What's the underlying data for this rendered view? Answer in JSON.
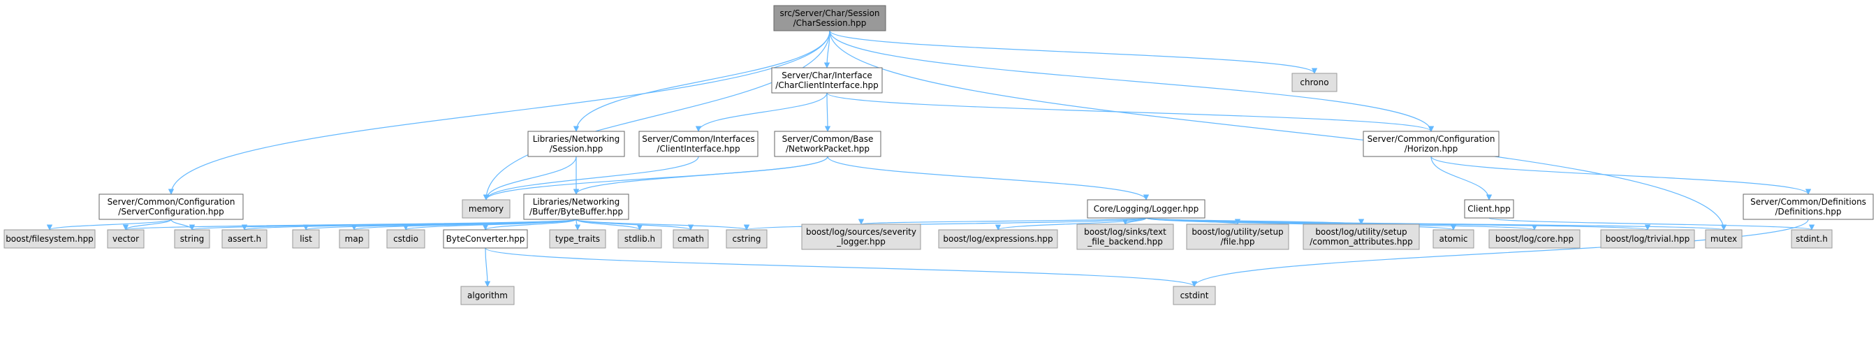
{
  "colors": {
    "edge": "#63b8ff",
    "root_fill": "#999999",
    "root_stroke": "#666666",
    "file_fill": "#ffffff",
    "file_stroke": "#666666",
    "ext_fill": "#e0e0e0",
    "ext_stroke": "#999999"
  },
  "nodes": [
    {
      "id": "charsession",
      "lines": [
        "src/Server/Char/Session",
        "/CharSession.hpp"
      ],
      "kind": "root"
    },
    {
      "id": "charclientinterface",
      "lines": [
        "Server/Char/Interface",
        "/CharClientInterface.hpp"
      ],
      "kind": "file"
    },
    {
      "id": "chrono",
      "lines": [
        "chrono"
      ],
      "kind": "ext"
    },
    {
      "id": "horizon",
      "lines": [
        "Server/Common/Configuration",
        "/Horizon.hpp"
      ],
      "kind": "file"
    },
    {
      "id": "session",
      "lines": [
        "Libraries/Networking",
        "/Session.hpp"
      ],
      "kind": "file"
    },
    {
      "id": "clientinterface",
      "lines": [
        "Server/Common/Interfaces",
        "/ClientInterface.hpp"
      ],
      "kind": "file"
    },
    {
      "id": "networkpacket",
      "lines": [
        "Server/Common/Base",
        "/NetworkPacket.hpp"
      ],
      "kind": "file"
    },
    {
      "id": "serverconfiguration",
      "lines": [
        "Server/Common/Configuration",
        "/ServerConfiguration.hpp"
      ],
      "kind": "file"
    },
    {
      "id": "memory",
      "lines": [
        "memory"
      ],
      "kind": "ext"
    },
    {
      "id": "bytebuffer",
      "lines": [
        "Libraries/Networking",
        "/Buffer/ByteBuffer.hpp"
      ],
      "kind": "file"
    },
    {
      "id": "logger",
      "lines": [
        "Core/Logging/Logger.hpp"
      ],
      "kind": "file"
    },
    {
      "id": "client",
      "lines": [
        "Client.hpp"
      ],
      "kind": "file"
    },
    {
      "id": "definitions",
      "lines": [
        "Server/Common/Definitions",
        "/Definitions.hpp"
      ],
      "kind": "file"
    },
    {
      "id": "filesystem",
      "lines": [
        "boost/filesystem.hpp"
      ],
      "kind": "ext"
    },
    {
      "id": "vector",
      "lines": [
        "vector"
      ],
      "kind": "ext"
    },
    {
      "id": "string",
      "lines": [
        "string"
      ],
      "kind": "ext"
    },
    {
      "id": "asserth",
      "lines": [
        "assert.h"
      ],
      "kind": "ext"
    },
    {
      "id": "list",
      "lines": [
        "list"
      ],
      "kind": "ext"
    },
    {
      "id": "map",
      "lines": [
        "map"
      ],
      "kind": "ext"
    },
    {
      "id": "cstdio",
      "lines": [
        "cstdio"
      ],
      "kind": "ext"
    },
    {
      "id": "byteconverter",
      "lines": [
        "ByteConverter.hpp"
      ],
      "kind": "file"
    },
    {
      "id": "typetraits",
      "lines": [
        "type_traits"
      ],
      "kind": "ext"
    },
    {
      "id": "stdlibh",
      "lines": [
        "stdlib.h"
      ],
      "kind": "ext"
    },
    {
      "id": "cmath",
      "lines": [
        "cmath"
      ],
      "kind": "ext"
    },
    {
      "id": "cstring",
      "lines": [
        "cstring"
      ],
      "kind": "ext"
    },
    {
      "id": "severitylogger",
      "lines": [
        "boost/log/sources/severity",
        "_logger.hpp"
      ],
      "kind": "ext"
    },
    {
      "id": "expressions",
      "lines": [
        "boost/log/expressions.hpp"
      ],
      "kind": "ext"
    },
    {
      "id": "textfilebackend",
      "lines": [
        "boost/log/sinks/text",
        "_file_backend.hpp"
      ],
      "kind": "ext"
    },
    {
      "id": "setupfile",
      "lines": [
        "boost/log/utility/setup",
        "/file.hpp"
      ],
      "kind": "ext"
    },
    {
      "id": "commonattributes",
      "lines": [
        "boost/log/utility/setup",
        "/common_attributes.hpp"
      ],
      "kind": "ext"
    },
    {
      "id": "atomic",
      "lines": [
        "atomic"
      ],
      "kind": "ext"
    },
    {
      "id": "core",
      "lines": [
        "boost/log/core.hpp"
      ],
      "kind": "ext"
    },
    {
      "id": "trivial",
      "lines": [
        "boost/log/trivial.hpp"
      ],
      "kind": "ext"
    },
    {
      "id": "mutex",
      "lines": [
        "mutex"
      ],
      "kind": "ext"
    },
    {
      "id": "stdinth",
      "lines": [
        "stdint.h"
      ],
      "kind": "ext"
    },
    {
      "id": "algorithm",
      "lines": [
        "algorithm"
      ],
      "kind": "ext"
    },
    {
      "id": "cstdint",
      "lines": [
        "cstdint"
      ],
      "kind": "ext"
    }
  ],
  "edges": [
    {
      "from": "charsession",
      "to": "charclientinterface"
    },
    {
      "from": "charsession",
      "to": "chrono"
    },
    {
      "from": "charsession",
      "to": "horizon"
    },
    {
      "from": "charsession",
      "to": "session"
    },
    {
      "from": "charsession",
      "to": "serverconfiguration"
    },
    {
      "from": "charsession",
      "to": "memory"
    },
    {
      "from": "charsession",
      "to": "mutex"
    },
    {
      "from": "charclientinterface",
      "to": "clientinterface"
    },
    {
      "from": "charclientinterface",
      "to": "networkpacket"
    },
    {
      "from": "charclientinterface",
      "to": "horizon"
    },
    {
      "from": "horizon",
      "to": "client"
    },
    {
      "from": "horizon",
      "to": "definitions"
    },
    {
      "from": "session",
      "to": "memory"
    },
    {
      "from": "session",
      "to": "bytebuffer"
    },
    {
      "from": "clientinterface",
      "to": "memory"
    },
    {
      "from": "networkpacket",
      "to": "memory"
    },
    {
      "from": "networkpacket",
      "to": "bytebuffer"
    },
    {
      "from": "networkpacket",
      "to": "logger"
    },
    {
      "from": "serverconfiguration",
      "to": "filesystem"
    },
    {
      "from": "serverconfiguration",
      "to": "vector"
    },
    {
      "from": "serverconfiguration",
      "to": "string"
    },
    {
      "from": "bytebuffer",
      "to": "vector"
    },
    {
      "from": "bytebuffer",
      "to": "string"
    },
    {
      "from": "bytebuffer",
      "to": "asserth"
    },
    {
      "from": "bytebuffer",
      "to": "list"
    },
    {
      "from": "bytebuffer",
      "to": "map"
    },
    {
      "from": "bytebuffer",
      "to": "cstdio"
    },
    {
      "from": "bytebuffer",
      "to": "byteconverter"
    },
    {
      "from": "bytebuffer",
      "to": "typetraits"
    },
    {
      "from": "bytebuffer",
      "to": "stdlibh"
    },
    {
      "from": "bytebuffer",
      "to": "cmath"
    },
    {
      "from": "bytebuffer",
      "to": "cstring"
    },
    {
      "from": "byteconverter",
      "to": "algorithm"
    },
    {
      "from": "byteconverter",
      "to": "cstdint"
    },
    {
      "from": "logger",
      "to": "cstring"
    },
    {
      "from": "logger",
      "to": "severitylogger"
    },
    {
      "from": "logger",
      "to": "expressions"
    },
    {
      "from": "logger",
      "to": "textfilebackend"
    },
    {
      "from": "logger",
      "to": "setupfile"
    },
    {
      "from": "logger",
      "to": "commonattributes"
    },
    {
      "from": "logger",
      "to": "atomic"
    },
    {
      "from": "logger",
      "to": "core"
    },
    {
      "from": "logger",
      "to": "trivial"
    },
    {
      "from": "logger",
      "to": "mutex"
    },
    {
      "from": "client",
      "to": "stdinth"
    },
    {
      "from": "definitions",
      "to": "cstdint"
    }
  ]
}
